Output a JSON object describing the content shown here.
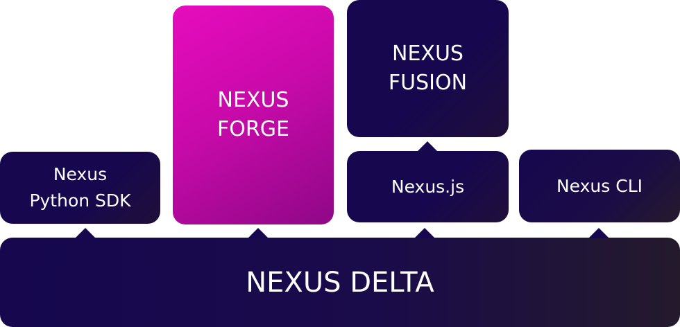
{
  "boxes": {
    "delta": {
      "line1": "NEXUS DELTA"
    },
    "python_sdk": {
      "line1": "Nexus",
      "line2": "Python SDK"
    },
    "forge": {
      "line1": "NEXUS",
      "line2": "FORGE"
    },
    "fusion": {
      "line1": "NEXUS",
      "line2": "FUSION"
    },
    "nexusjs": {
      "line1": "Nexus.js"
    },
    "cli": {
      "line1": "Nexus CLI"
    }
  },
  "colors": {
    "navy": "#16074f",
    "magenta": "#e60cbd",
    "dark_end": "#241a2c",
    "text": "#ffffff"
  }
}
